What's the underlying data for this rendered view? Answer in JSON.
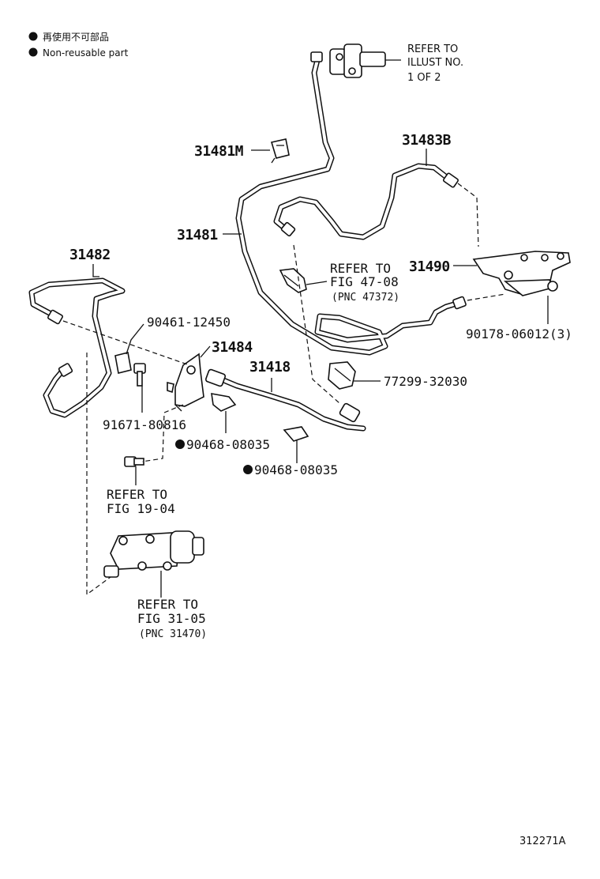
{
  "legend": {
    "line_jp": "再使用不可部品",
    "line_en": "Non-reusable part"
  },
  "parts": {
    "p31481m": "31481M",
    "p31481": "31481",
    "p31483b": "31483B",
    "p31482": "31482",
    "p31490": "31490",
    "p31484": "31484",
    "p31418": "31418",
    "p90461": "90461-12450",
    "p91671": "91671-80816",
    "p90468a": "90468-08035",
    "p90468b": "90468-08035",
    "p77299": "77299-32030",
    "p90178": "90178-06012(3)"
  },
  "refs": {
    "illust_1": "REFER TO",
    "illust_2": "ILLUST NO.",
    "illust_3": "1 OF 2",
    "fig4708_1": "REFER TO",
    "fig4708_2": "FIG 47-08",
    "fig4708_3": "(PNC 47372)",
    "fig1904_1": "REFER TO",
    "fig1904_2": "FIG 19-04",
    "fig3105_1": "REFER TO",
    "fig3105_2": "FIG 31-05",
    "fig3105_3": "(PNC 31470)"
  },
  "figure_id": "312271A"
}
